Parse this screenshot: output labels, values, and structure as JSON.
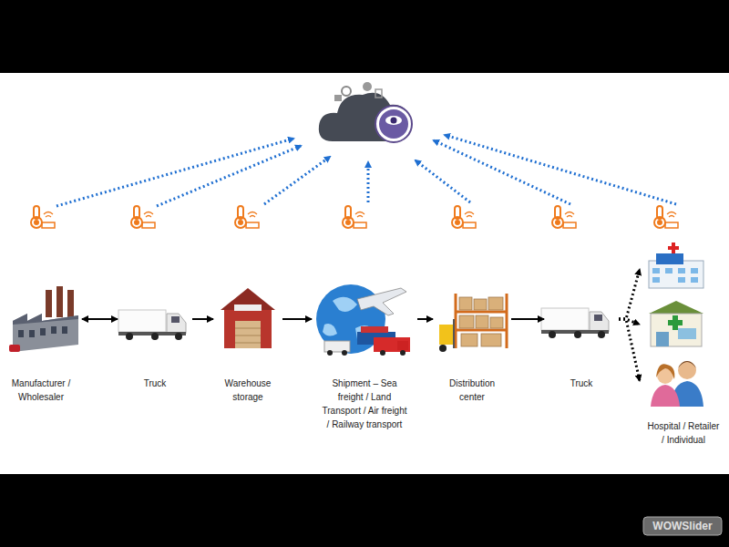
{
  "diagram": {
    "nodes": [
      {
        "text": [
          "Manufacturer / Wholesaler"
        ]
      },
      {
        "text": [
          "Truck"
        ]
      },
      {
        "text": [
          "Warehouse storage"
        ]
      },
      {
        "text": [
          "Shipment – Sea freight / Land Transport / Air freight / Railway transport"
        ]
      },
      {
        "text": [
          "Distribution center"
        ]
      },
      {
        "text": [
          "Truck"
        ]
      },
      {
        "text": [
          "Hospital / Retailer / Individual"
        ]
      }
    ],
    "edges": [
      {
        "from": 0,
        "to": 1,
        "arrow": "both"
      },
      {
        "from": 1,
        "to": 2,
        "arrow": "to"
      },
      {
        "from": 2,
        "to": 3,
        "arrow": "to"
      },
      {
        "from": 3,
        "to": 4,
        "arrow": "to"
      },
      {
        "from": 4,
        "to": 5,
        "arrow": "to"
      },
      {
        "from": 5,
        "to": 6,
        "arrow": "to"
      }
    ],
    "labels": [
      "WOWSlider"
    ]
  }
}
